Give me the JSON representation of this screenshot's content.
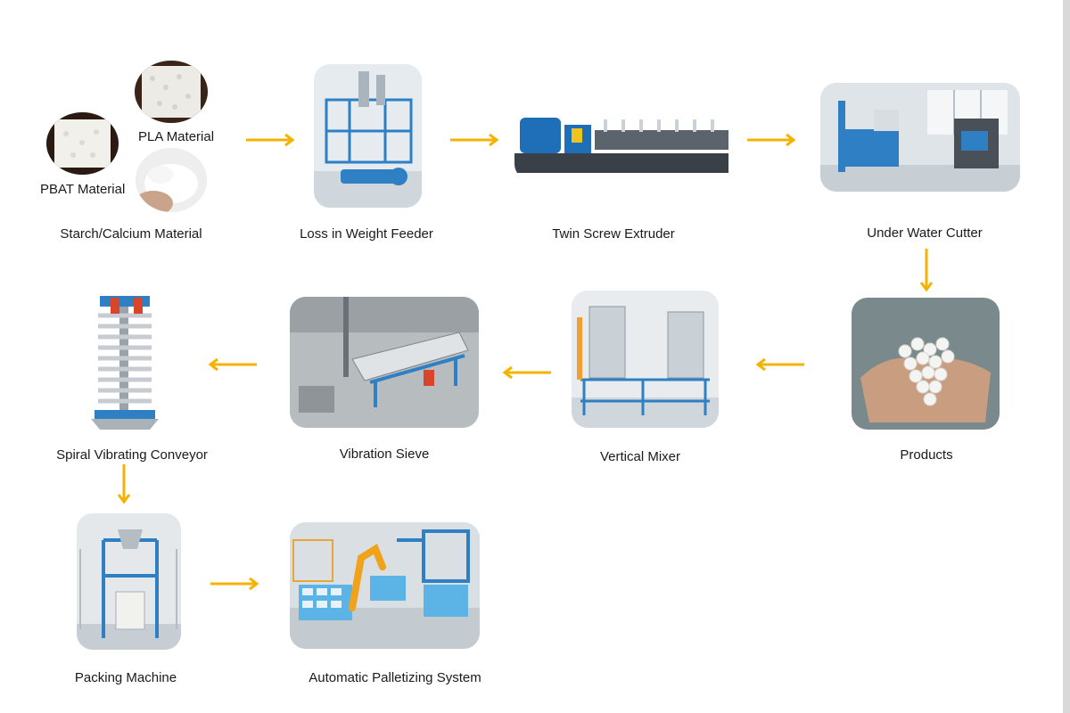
{
  "materials": {
    "pla_label": "PLA Material",
    "pbat_label": "PBAT Material",
    "caption": "Starch/Calcium Material"
  },
  "steps": [
    {
      "id": "loss-in-weight-feeder",
      "label": "Loss in Weight Feeder"
    },
    {
      "id": "twin-screw-extruder",
      "label": "Twin Screw Extruder"
    },
    {
      "id": "under-water-cutter",
      "label": "Under Water Cutter"
    },
    {
      "id": "products",
      "label": "Products"
    },
    {
      "id": "vertical-mixer",
      "label": "Vertical Mixer"
    },
    {
      "id": "vibration-sieve",
      "label": "Vibration Sieve"
    },
    {
      "id": "spiral-vibrating-conveyor",
      "label": "Spiral Vibrating Conveyor"
    },
    {
      "id": "packing-machine",
      "label": "Packing Machine"
    },
    {
      "id": "automatic-palletizing-system",
      "label": "Automatic Palletizing System"
    }
  ],
  "colors": {
    "arrow": "#f5b301",
    "machine_blue": "#2f7fc4",
    "frame_steel": "#c9d2da"
  }
}
